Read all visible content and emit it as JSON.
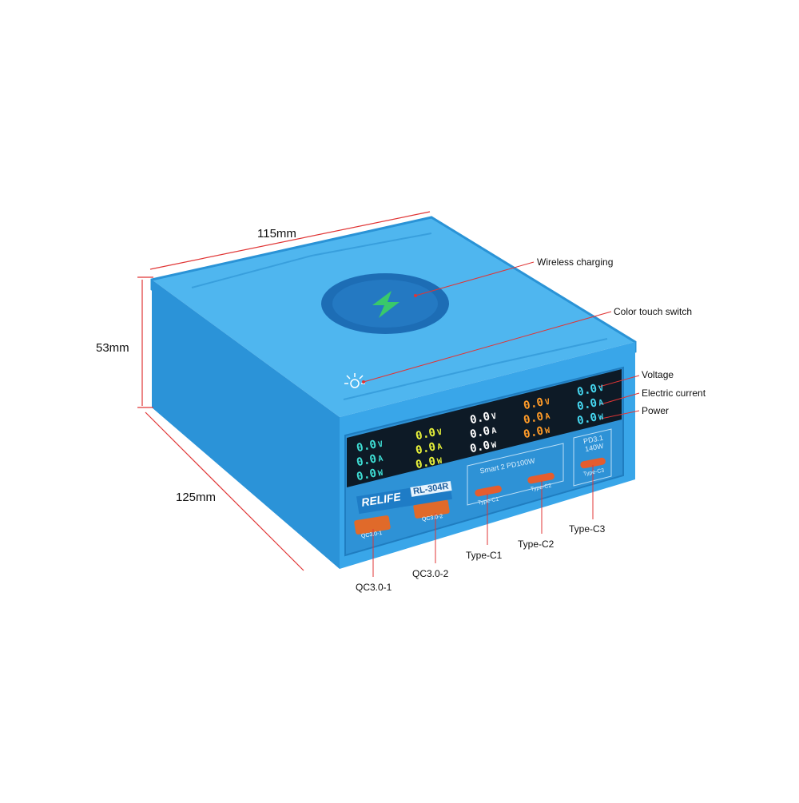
{
  "dimensions": {
    "width": "115mm",
    "height": "53mm",
    "depth": "125mm"
  },
  "callouts": {
    "wireless": "Wireless charging",
    "touch": "Color touch switch",
    "voltage": "Voltage",
    "current": "Electric current",
    "power": "Power",
    "qc1": "QC3.0-1",
    "qc2": "QC3.0-2",
    "c1": "Type-C1",
    "c2": "Type-C2",
    "c3": "Type-C3"
  },
  "device": {
    "brand": "RELIFE",
    "model": "RL-304R",
    "group_label": "Smart 2 PD100W",
    "pd_label_1": "PD3.1",
    "pd_label_2": "140W",
    "port_qc1": "QC3.0-1",
    "port_qc2": "QC3.0-2",
    "port_c1": "Type-C1",
    "port_c2": "Type-C2",
    "port_c3": "Type-C3"
  },
  "readouts": [
    {
      "v": "0.0",
      "a": "0.0",
      "w": "0.0",
      "color": "#3fe0d6"
    },
    {
      "v": "0.0",
      "a": "0.0",
      "w": "0.0",
      "color": "#e8f23a"
    },
    {
      "v": "0.0",
      "a": "0.0",
      "w": "0.0",
      "color": "#ffffff"
    },
    {
      "v": "0.0",
      "a": "0.0",
      "w": "0.0",
      "color": "#ff9b28"
    },
    {
      "v": "0.0",
      "a": "0.0",
      "w": "0.0",
      "color": "#46d9f2"
    }
  ],
  "units": {
    "v": "V",
    "a": "A",
    "w": "W"
  },
  "colors": {
    "body": "#35a7e8",
    "body_dark": "#1f86c8",
    "screen": "#0d1a26",
    "accent_line": "#e03535",
    "bolt": "#39c96a",
    "pad": "#1d6db5"
  }
}
